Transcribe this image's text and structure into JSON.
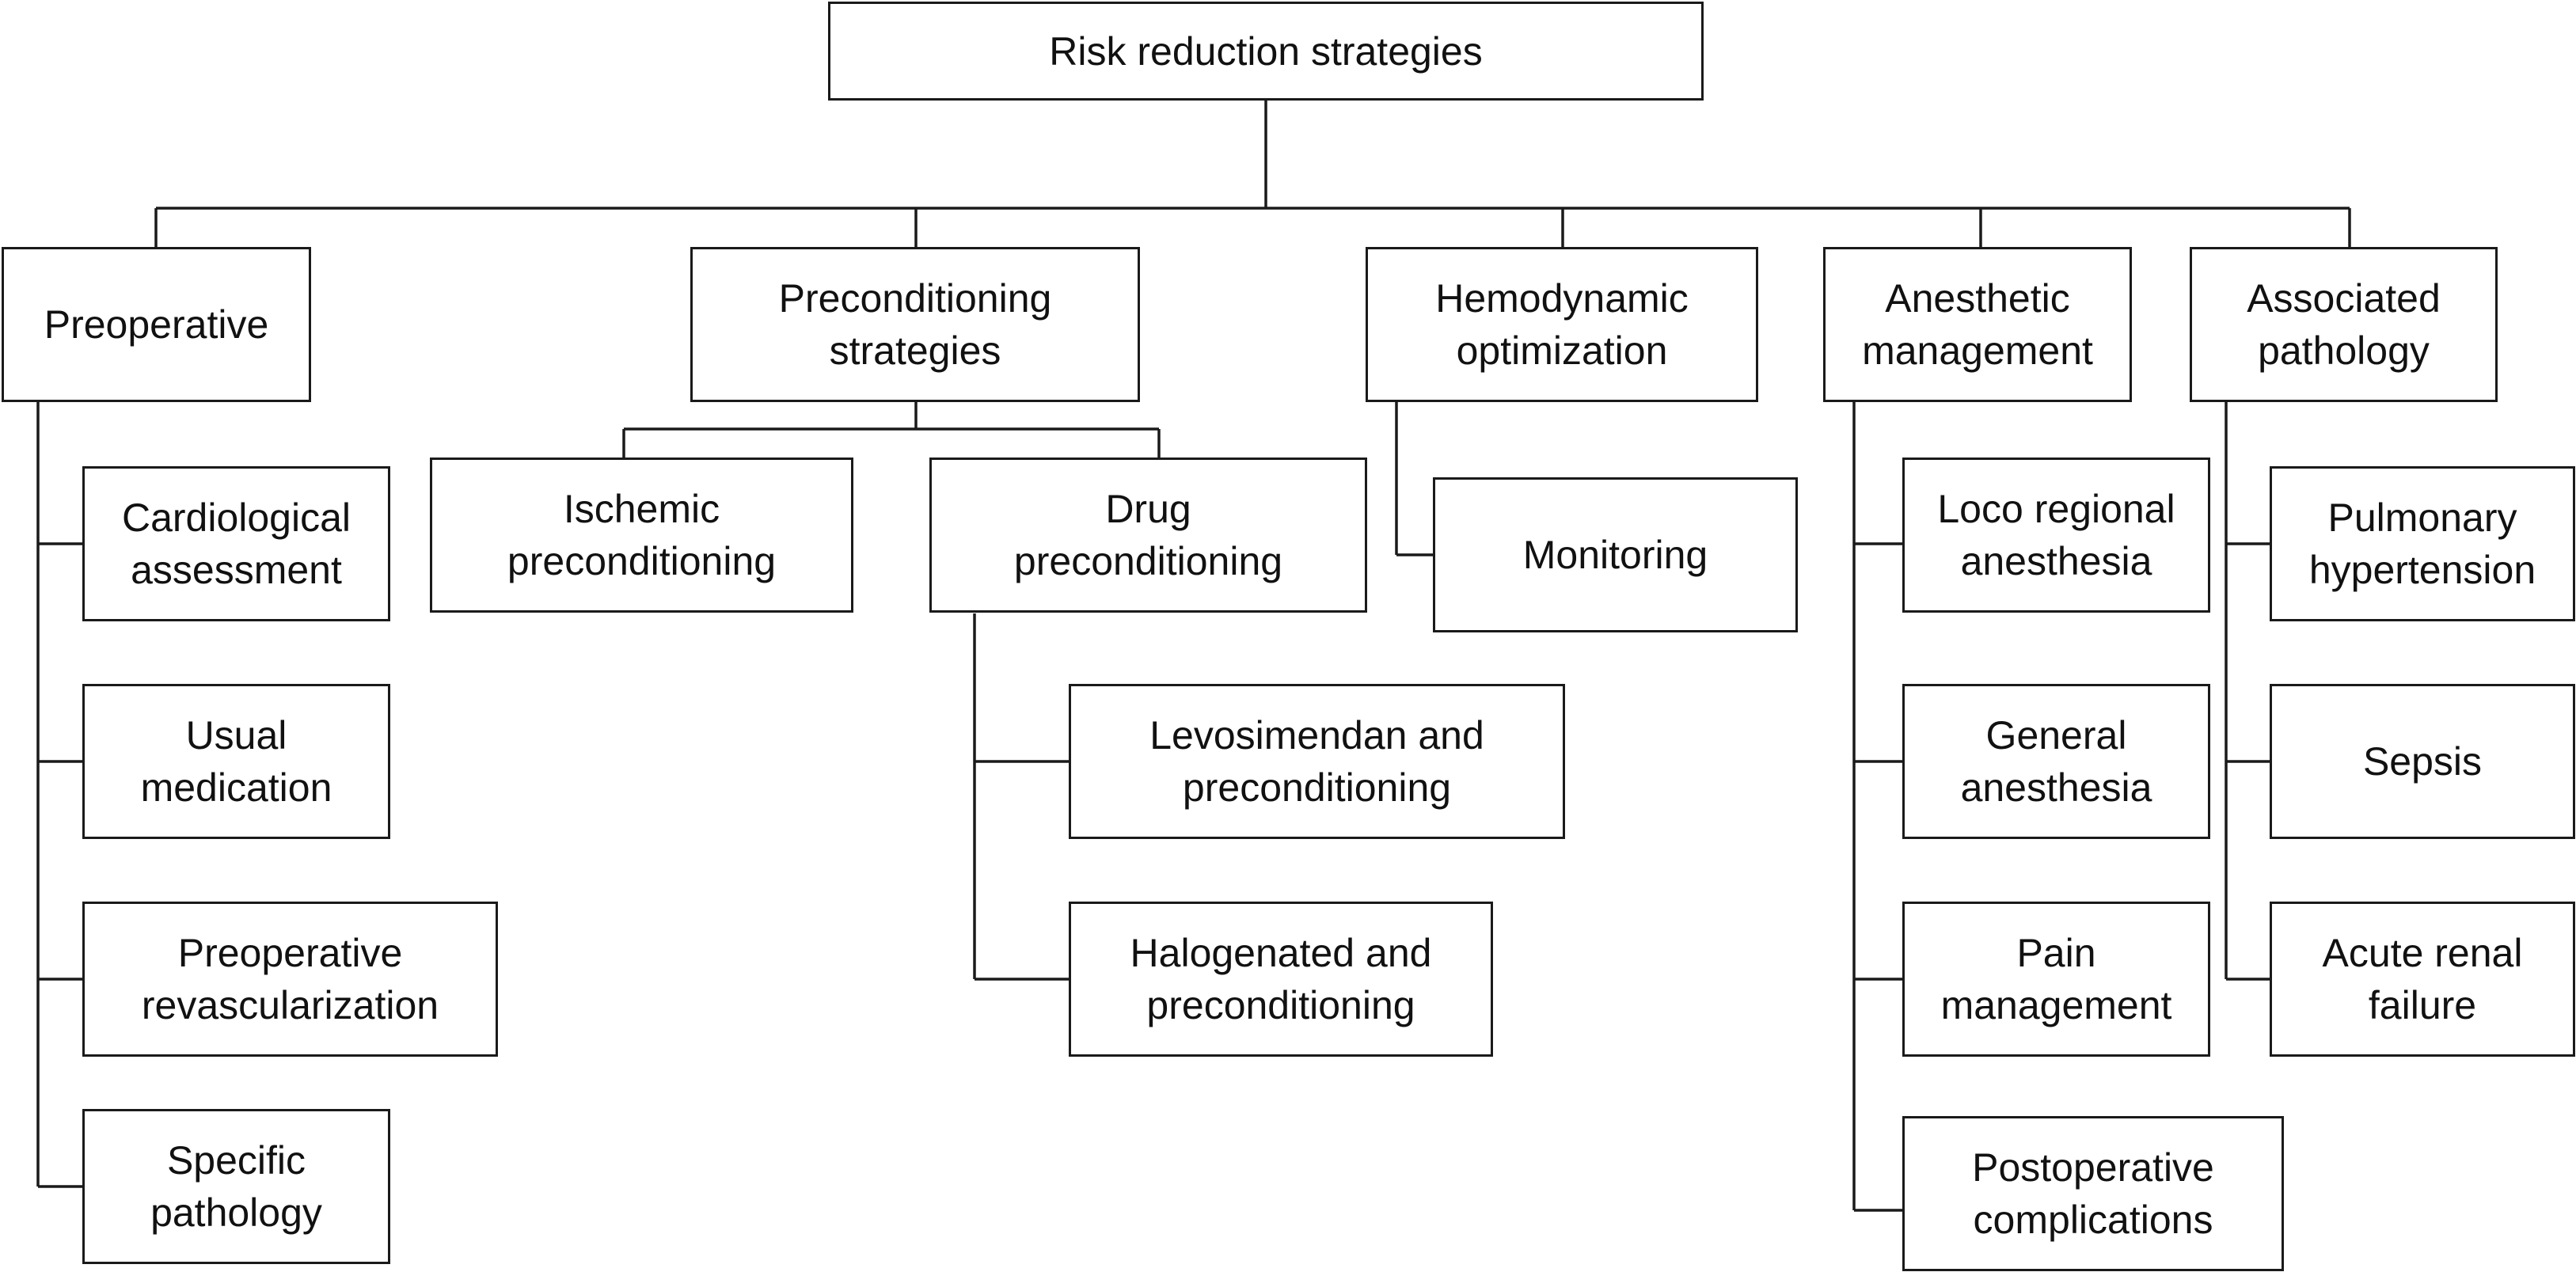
{
  "root": {
    "title": "Risk reduction strategies"
  },
  "preoperative": {
    "label": "Preoperative",
    "children": [
      [
        "Cardiological",
        "assessment"
      ],
      [
        "Usual",
        "medication"
      ],
      [
        "Preoperative",
        "revascularization"
      ],
      [
        "Specific",
        "pathology"
      ]
    ]
  },
  "preconditioning": {
    "label": [
      "Preconditioning",
      "strategies"
    ],
    "ischemic": [
      "Ischemic",
      "preconditioning"
    ],
    "drug": [
      "Drug",
      "preconditioning"
    ],
    "drug_children": [
      [
        "Levosimendan and",
        "preconditioning"
      ],
      [
        "Halogenated and",
        "preconditioning"
      ]
    ]
  },
  "hemodynamic": {
    "label": [
      "Hemodynamic",
      "optimization"
    ],
    "children": [
      [
        "Monitoring"
      ]
    ]
  },
  "anesthetic": {
    "label": [
      "Anesthetic",
      "management"
    ],
    "children": [
      [
        "Loco regional",
        "anesthesia"
      ],
      [
        "General",
        "anesthesia"
      ],
      [
        "Pain",
        "management"
      ],
      [
        "Postoperative",
        "complications"
      ]
    ]
  },
  "associated": {
    "label": [
      "Associated",
      "pathology"
    ],
    "children": [
      [
        "Pulmonary",
        "hypertension"
      ],
      [
        "Sepsis"
      ],
      [
        "Acute renal",
        "failure"
      ]
    ]
  }
}
